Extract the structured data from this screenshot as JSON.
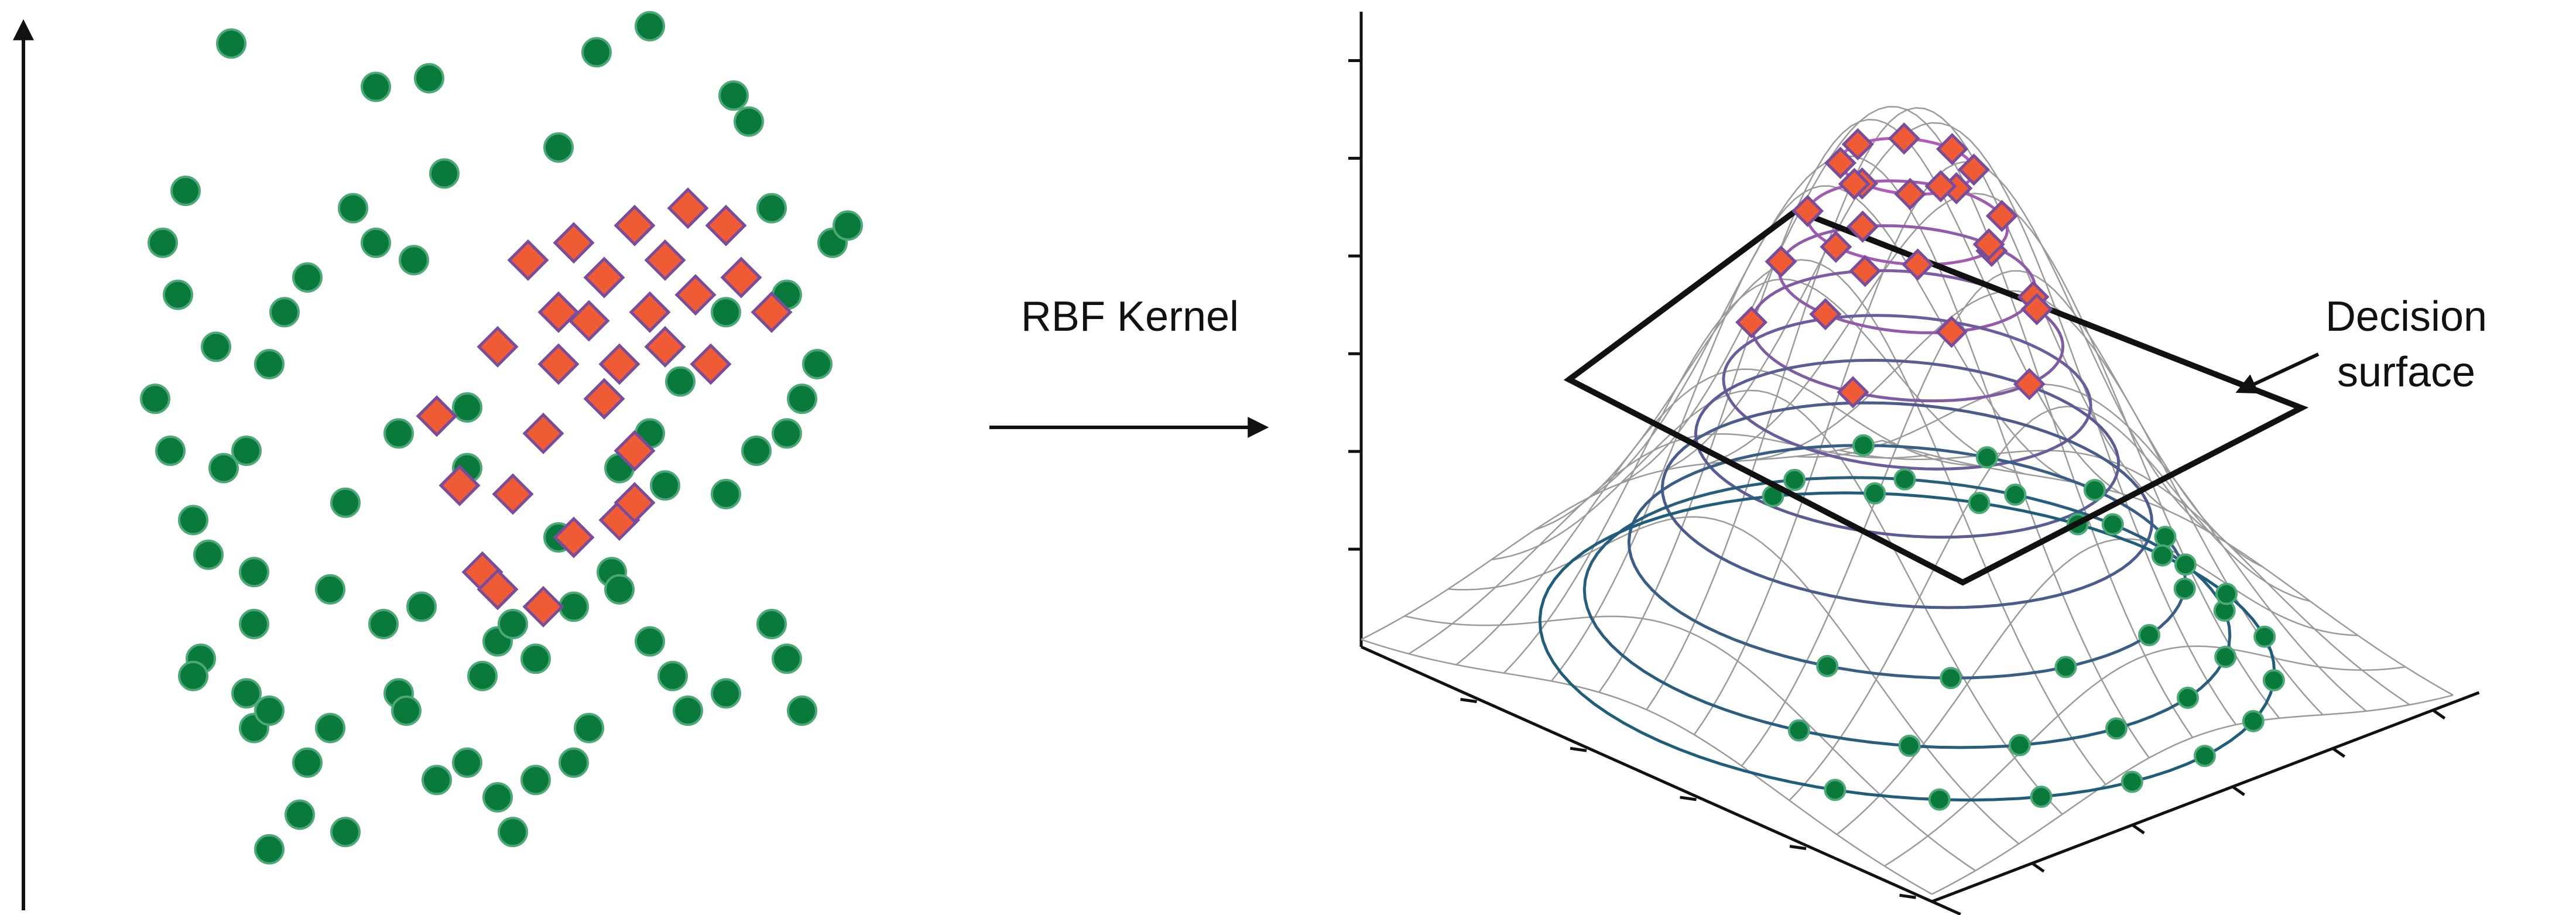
{
  "labels": {
    "kernel": "RBF Kernel",
    "decision_line1": "Decision",
    "decision_line2": "surface"
  },
  "colors": {
    "circle_fill": "#0a7a3c",
    "circle_stroke": "#4ca876",
    "diamond_fill": "#ef5b35",
    "diamond_stroke": "#7a4d9c",
    "mesh": "#9a9a9a",
    "ring_low": "#1f5d7a",
    "ring_high": "#b35bb8",
    "axis": "#111111"
  },
  "left_panel": {
    "circles": [
      [
        0.15,
        0.97
      ],
      [
        0.34,
        0.92
      ],
      [
        0.41,
        0.93
      ],
      [
        0.58,
        0.85
      ],
      [
        0.81,
        0.91
      ],
      [
        0.83,
        0.88
      ],
      [
        0.25,
        0.7
      ],
      [
        0.34,
        0.74
      ],
      [
        0.39,
        0.72
      ],
      [
        0.43,
        0.82
      ],
      [
        0.31,
        0.78
      ],
      [
        0.86,
        0.78
      ],
      [
        0.06,
        0.74
      ],
      [
        0.08,
        0.68
      ],
      [
        0.09,
        0.8
      ],
      [
        0.13,
        0.62
      ],
      [
        0.22,
        0.66
      ],
      [
        0.2,
        0.6
      ],
      [
        0.05,
        0.56
      ],
      [
        0.07,
        0.5
      ],
      [
        0.14,
        0.48
      ],
      [
        0.17,
        0.5
      ],
      [
        0.1,
        0.42
      ],
      [
        0.12,
        0.38
      ],
      [
        0.18,
        0.36
      ],
      [
        0.18,
        0.3
      ],
      [
        0.11,
        0.26
      ],
      [
        0.1,
        0.24
      ],
      [
        0.17,
        0.22
      ],
      [
        0.18,
        0.18
      ],
      [
        0.2,
        0.2
      ],
      [
        0.25,
        0.14
      ],
      [
        0.28,
        0.18
      ],
      [
        0.37,
        0.22
      ],
      [
        0.38,
        0.2
      ],
      [
        0.42,
        0.12
      ],
      [
        0.48,
        0.24
      ],
      [
        0.5,
        0.28
      ],
      [
        0.55,
        0.26
      ],
      [
        0.52,
        0.3
      ],
      [
        0.6,
        0.32
      ],
      [
        0.65,
        0.36
      ],
      [
        0.66,
        0.34
      ],
      [
        0.7,
        0.28
      ],
      [
        0.73,
        0.24
      ],
      [
        0.75,
        0.2
      ],
      [
        0.8,
        0.22
      ],
      [
        0.86,
        0.3
      ],
      [
        0.88,
        0.26
      ],
      [
        0.9,
        0.2
      ],
      [
        0.62,
        0.18
      ],
      [
        0.6,
        0.14
      ],
      [
        0.55,
        0.12
      ],
      [
        0.52,
        0.06
      ],
      [
        0.5,
        0.1
      ],
      [
        0.46,
        0.14
      ],
      [
        0.3,
        0.44
      ],
      [
        0.37,
        0.52
      ],
      [
        0.46,
        0.55
      ],
      [
        0.46,
        0.48
      ],
      [
        0.58,
        0.4
      ],
      [
        0.66,
        0.48
      ],
      [
        0.7,
        0.52
      ],
      [
        0.72,
        0.46
      ],
      [
        0.74,
        0.58
      ],
      [
        0.8,
        0.45
      ],
      [
        0.84,
        0.5
      ],
      [
        0.88,
        0.52
      ],
      [
        0.9,
        0.56
      ],
      [
        0.92,
        0.6
      ],
      [
        0.8,
        0.66
      ],
      [
        0.88,
        0.68
      ],
      [
        0.94,
        0.74
      ],
      [
        0.96,
        0.76
      ],
      [
        0.63,
        0.96
      ],
      [
        0.7,
        0.99
      ],
      [
        0.35,
        0.3
      ],
      [
        0.28,
        0.34
      ],
      [
        0.4,
        0.32
      ],
      [
        0.24,
        0.08
      ],
      [
        0.2,
        0.04
      ],
      [
        0.3,
        0.06
      ]
    ],
    "diamonds": [
      [
        0.54,
        0.72
      ],
      [
        0.6,
        0.74
      ],
      [
        0.64,
        0.7
      ],
      [
        0.68,
        0.76
      ],
      [
        0.72,
        0.72
      ],
      [
        0.75,
        0.78
      ],
      [
        0.8,
        0.76
      ],
      [
        0.82,
        0.7
      ],
      [
        0.62,
        0.65
      ],
      [
        0.7,
        0.66
      ],
      [
        0.76,
        0.68
      ],
      [
        0.86,
        0.66
      ],
      [
        0.5,
        0.62
      ],
      [
        0.58,
        0.6
      ],
      [
        0.66,
        0.6
      ],
      [
        0.56,
        0.52
      ],
      [
        0.42,
        0.54
      ],
      [
        0.52,
        0.45
      ],
      [
        0.68,
        0.5
      ],
      [
        0.45,
        0.46
      ],
      [
        0.6,
        0.4
      ],
      [
        0.66,
        0.42
      ],
      [
        0.48,
        0.36
      ],
      [
        0.56,
        0.32
      ],
      [
        0.5,
        0.34
      ],
      [
        0.72,
        0.62
      ],
      [
        0.64,
        0.56
      ],
      [
        0.78,
        0.6
      ],
      [
        0.68,
        0.44
      ],
      [
        0.58,
        0.66
      ]
    ]
  },
  "right_panel": {
    "peak": 1.0,
    "rings": [
      {
        "r": 0.12,
        "z": 0.9
      },
      {
        "r": 0.18,
        "z": 0.8
      },
      {
        "r": 0.23,
        "z": 0.7
      },
      {
        "r": 0.28,
        "z": 0.6
      },
      {
        "r": 0.33,
        "z": 0.5
      },
      {
        "r": 0.38,
        "z": 0.4
      },
      {
        "r": 0.44,
        "z": 0.3
      },
      {
        "r": 0.5,
        "z": 0.2
      },
      {
        "r": 0.58,
        "z": 0.11
      },
      {
        "r": 0.66,
        "z": 0.05
      }
    ],
    "decision_plane_z": 0.42,
    "z_ticks": 6,
    "x_ticks": 5,
    "y_ticks": 5
  }
}
